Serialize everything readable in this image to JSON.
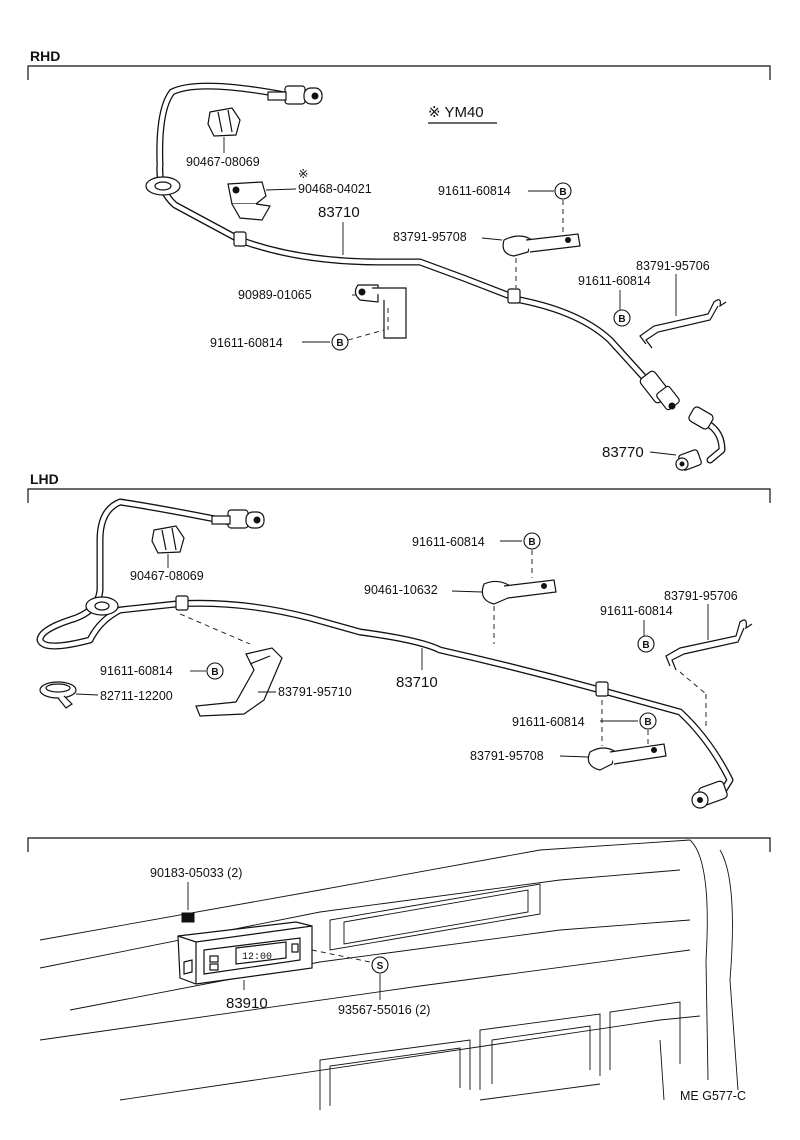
{
  "sections": {
    "rhd": "RHD",
    "lhd": "LHD"
  },
  "rhd": {
    "note": "※ YM40",
    "labels": {
      "p90467": "90467-08069",
      "p90468_mark": "※",
      "p90468": "90468-04021",
      "p83710": "83710",
      "p90989": "90989-01065",
      "p91611_a": "91611-60814",
      "p91611_b": "91611-60814",
      "p83791_95708": "83791-95708",
      "p83791_95706": "83791-95706",
      "p91611_c": "91611-60814",
      "p83770": "83770"
    },
    "badges": {
      "b1": "B",
      "b2": "B",
      "b3": "B"
    }
  },
  "lhd": {
    "labels": {
      "p90467": "90467-08069",
      "p91611_a": "91611-60814",
      "p90461": "90461-10632",
      "p83791_95706": "83791-95706",
      "p91611_b": "91611-60814",
      "p91611_c": "91611-60814",
      "p82711": "82711-12200",
      "p83791_95710": "83791-95710",
      "p83710": "83710",
      "p91611_d": "91611-60814",
      "p83791_95708": "83791-95708"
    },
    "badges": {
      "b1": "B",
      "b2": "B",
      "b3": "B",
      "b4": "B"
    }
  },
  "dash": {
    "labels": {
      "p90183": "90183-05033 (2)",
      "p83910": "83910",
      "p93567": "93567-55016 (2)"
    },
    "badge_s": "S",
    "display_text": "12:00"
  },
  "footer": {
    "code": "ME  G577-C"
  }
}
